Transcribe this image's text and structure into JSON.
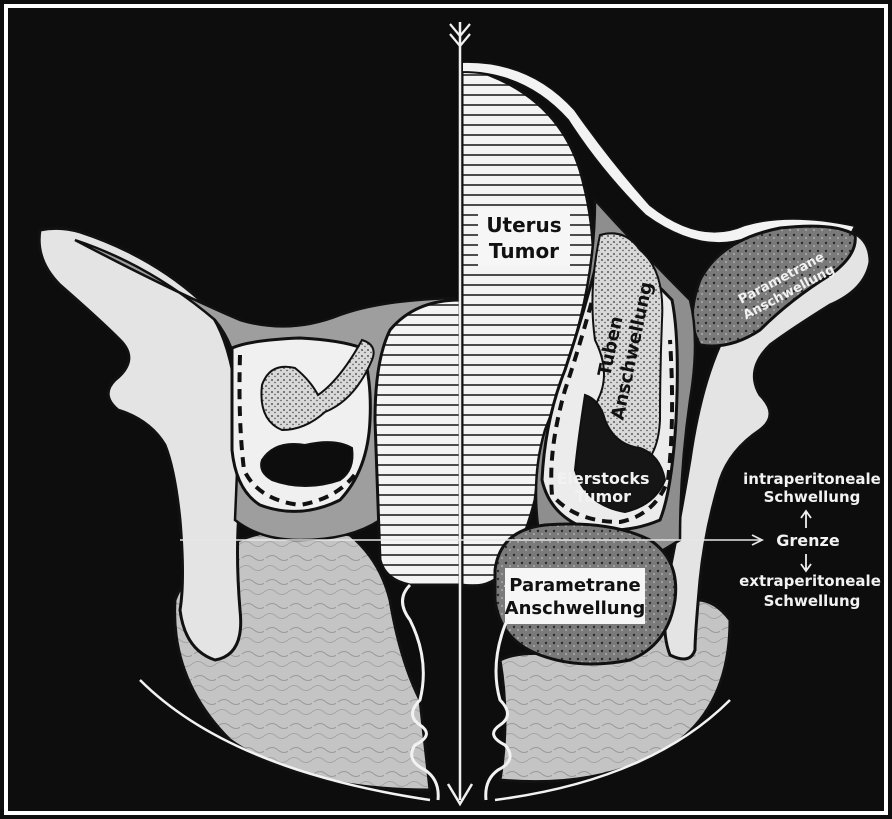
{
  "labels": {
    "uterus_tumor_line1": "Uterus",
    "uterus_tumor_line2": "Tumor",
    "tuben_line1": "Tuben",
    "tuben_line2": "Anschwellung",
    "eierstocks_line1": "Eierstocks",
    "eierstocks_line2": "Tumor",
    "param_upper_line1": "Parametrane",
    "param_upper_line2": "Anschwellung",
    "param_lower_line1": "Parametrane",
    "param_lower_line2": "Anschwellung",
    "intra_line1": "intraperitoneale",
    "intra_line2": "Schwellung",
    "grenze": "Grenze",
    "extra_line1": "extraperitoneale",
    "extra_line2": "Schwellung"
  },
  "colors": {
    "background": "#0d0d0d",
    "bone": "#e4e4e4",
    "tissue": "#bdbdbd",
    "dark_tissue": "#6f6f6f",
    "white": "#f5f5f5"
  }
}
